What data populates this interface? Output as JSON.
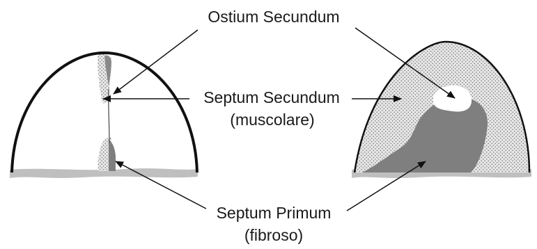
{
  "labels": {
    "ostium_secundum": "Ostium Secundum",
    "septum_secundum": "Septum Secundum",
    "septum_secundum_sub": "(muscolare)",
    "septum_primum": "Septum Primum",
    "septum_primum_sub": "(fibroso)"
  },
  "colors": {
    "outline": "#111111",
    "dotted_tissue": "#e6e6e6",
    "dots": "#6e6e6e",
    "septum_primum_fill": "#7f7f7f",
    "floor": "#bfbfbf",
    "ostium_hole": "#ffffff",
    "label_text": "#1a1a1a",
    "arrow": "#111111"
  }
}
